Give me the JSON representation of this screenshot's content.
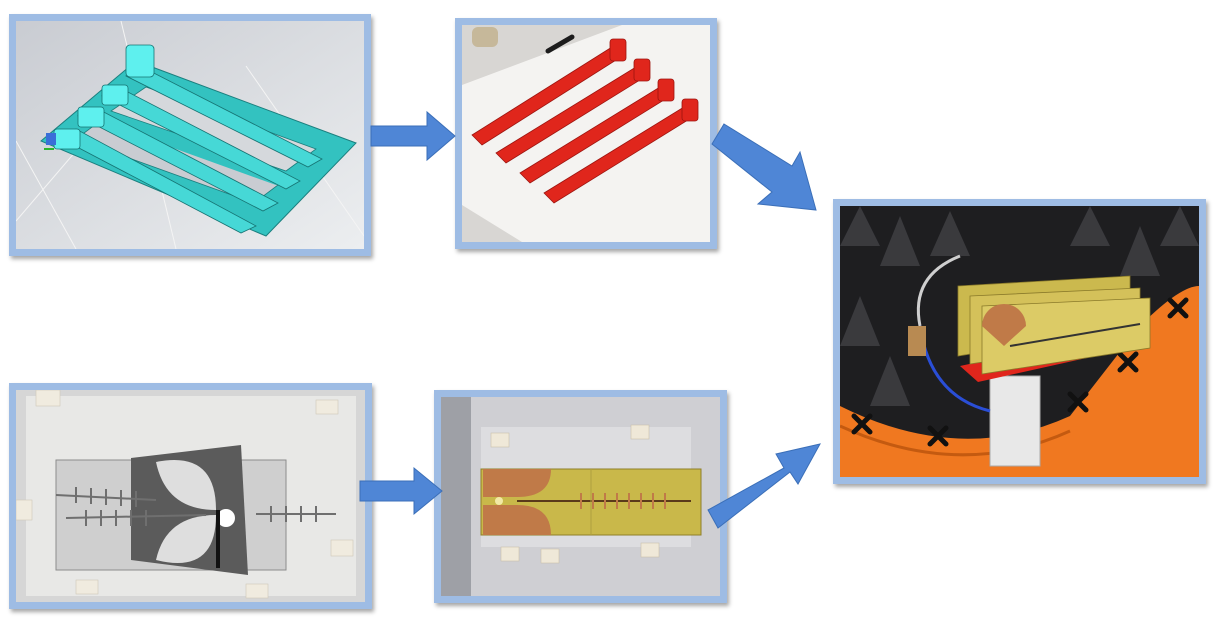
{
  "colors": {
    "frame": "#9ebce4",
    "arrow": "#4f86d6",
    "cad_part": "#33c2c0",
    "printed_part": "#e0261c",
    "pcb_substrate": "#c9b84a",
    "copper": "#c07a48",
    "absorber": "#2a2a2a",
    "positioner": "#f07820"
  },
  "panels": [
    {
      "id": "cad-model",
      "icon": "cad-model-image"
    },
    {
      "id": "printed-holder",
      "icon": "3d-printed-holder-photo"
    },
    {
      "id": "measurement-setup",
      "icon": "anechoic-chamber-photo"
    },
    {
      "id": "etch-mask",
      "icon": "pcb-mask-photo"
    },
    {
      "id": "etched-pcb",
      "icon": "etched-antenna-photo"
    }
  ],
  "arrows": [
    {
      "from": "cad-model",
      "to": "printed-holder"
    },
    {
      "from": "printed-holder",
      "to": "measurement-setup"
    },
    {
      "from": "etch-mask",
      "to": "etched-pcb"
    },
    {
      "from": "etched-pcb",
      "to": "measurement-setup"
    }
  ]
}
